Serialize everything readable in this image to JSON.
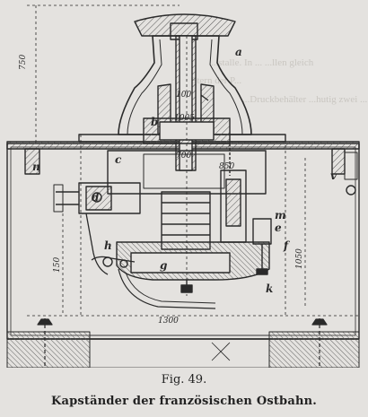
{
  "figure": {
    "label": "Fig. 49.",
    "caption": "Kapständer der französischen Ostbahn."
  },
  "bleed_through": [
    "...stalle. In  ...  ...llen gleich",
    "...Stern der  P...",
    "...Druckbehälter ...hutig zwei ..."
  ],
  "part_letters": [
    "a",
    "b",
    "c",
    "d",
    "e",
    "f",
    "g",
    "h",
    "k",
    "m",
    "n",
    "v"
  ],
  "dimensions": [
    "750",
    "100",
    "1005",
    "700",
    "850",
    "150",
    "1050",
    "1300"
  ],
  "colors": {
    "ink": "#2a2a2a",
    "paper": "#e4e2df",
    "hatch": "#555555"
  }
}
